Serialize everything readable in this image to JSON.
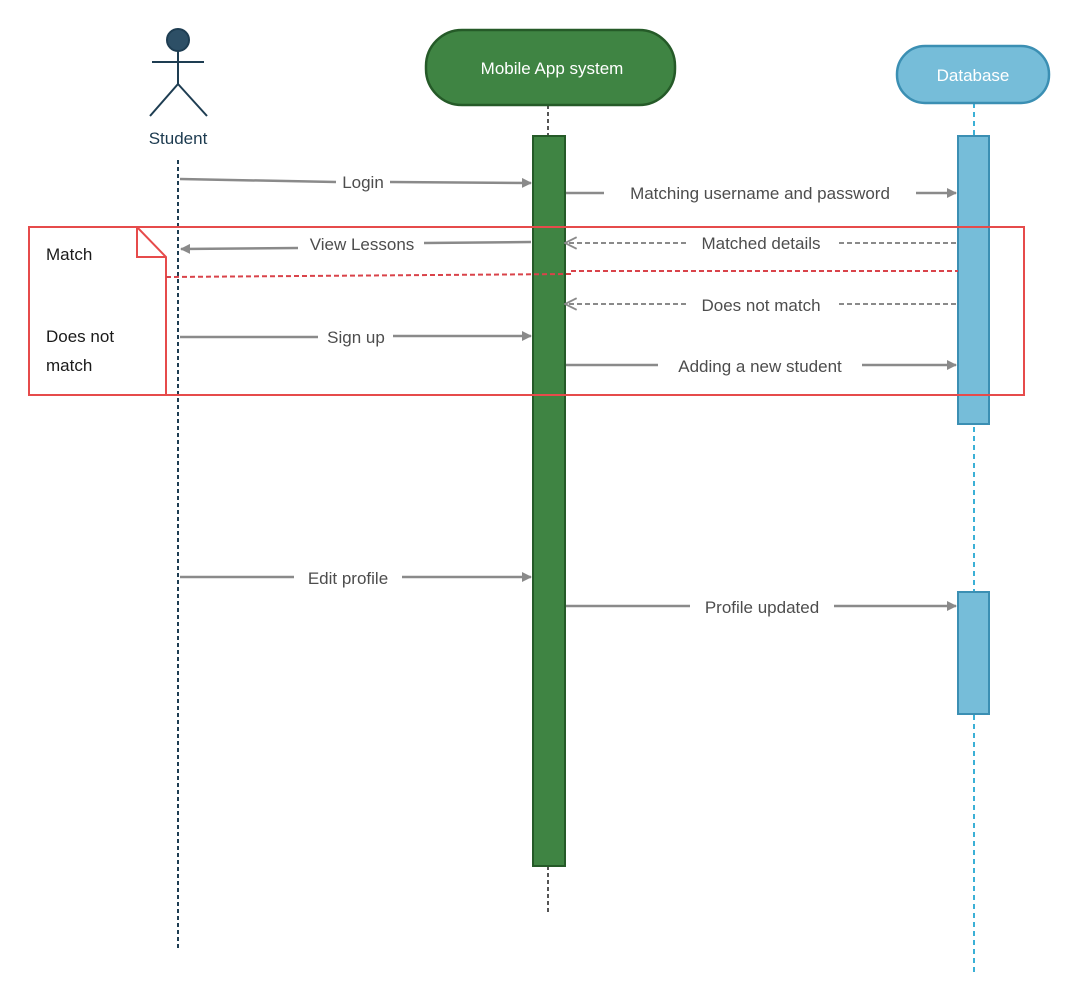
{
  "colors": {
    "actor": "#1e3d52",
    "app_fill": "#3f8443",
    "app_stroke": "#255a28",
    "db_fill": "#76bdd9",
    "db_stroke": "#3b8fb3",
    "arrow": "#8a8a8a",
    "fragment": "#e64b4b"
  },
  "participants": {
    "student": {
      "label": "Student",
      "icon": "stick-figure-icon"
    },
    "app": {
      "label": "Mobile App system"
    },
    "database": {
      "label": "Database"
    }
  },
  "fragment": {
    "first_condition": "Match",
    "second_condition": "Does not match"
  },
  "messages": [
    {
      "id": "login",
      "label": "Login",
      "from": "student",
      "to": "app",
      "style": "solid"
    },
    {
      "id": "matching",
      "label": "Matching username and password",
      "from": "app",
      "to": "database",
      "style": "solid"
    },
    {
      "id": "matched-details",
      "label": "Matched details",
      "from": "database",
      "to": "app",
      "style": "dashed"
    },
    {
      "id": "view-lessons",
      "label": "View Lessons",
      "from": "app",
      "to": "student",
      "style": "solid"
    },
    {
      "id": "does-not-match",
      "label": "Does not match",
      "from": "database",
      "to": "app",
      "style": "dashed"
    },
    {
      "id": "sign-up",
      "label": "Sign up",
      "from": "student",
      "to": "app",
      "style": "solid"
    },
    {
      "id": "adding-student",
      "label": "Adding a new student",
      "from": "app",
      "to": "database",
      "style": "solid"
    },
    {
      "id": "edit-profile",
      "label": "Edit profile",
      "from": "student",
      "to": "app",
      "style": "solid"
    },
    {
      "id": "profile-updated",
      "label": "Profile updated",
      "from": "app",
      "to": "database",
      "style": "solid"
    }
  ]
}
